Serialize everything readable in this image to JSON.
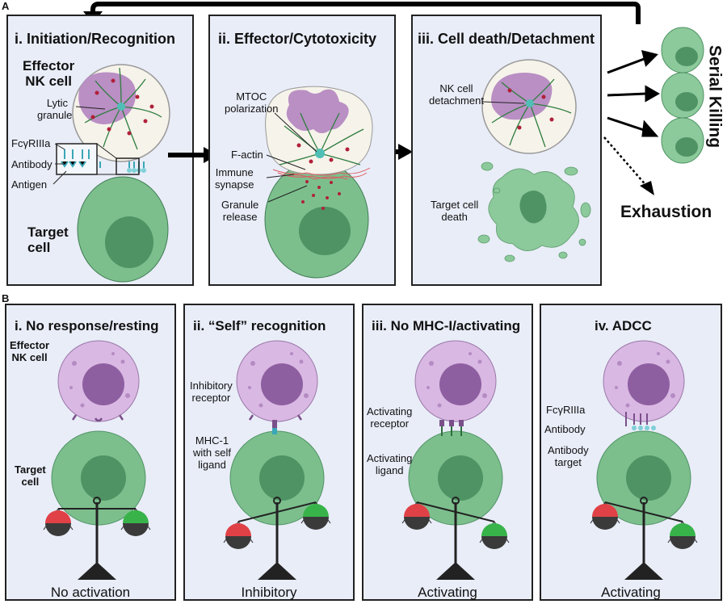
{
  "section_a": "A",
  "section_b": "B",
  "panel_a": {
    "p1": {
      "title": "i. Initiation/Recognition",
      "effector": "Effector\nNK cell",
      "lytic": "Lytic\ngranules",
      "fcr": "FcγRIIIa",
      "antibody": "Antibody",
      "antigen": "Antigen",
      "target": "Target\ncell"
    },
    "p2": {
      "title": "ii. Effector/Cytotoxicity",
      "mtoc": "MTOC\npolarization",
      "factin": "F-actin",
      "synapse": "Immune\nsynapse",
      "granule": "Granule\nrelease"
    },
    "p3": {
      "title": "iii. Cell death/Detachment",
      "detach": "NK cell\ndetachment",
      "death": "Target cell\ndeath"
    },
    "serial": "Serial Killing",
    "exhaustion": "Exhaustion"
  },
  "panel_b": [
    {
      "title": "i. No response/resting",
      "effector": "Effector\nNK cell",
      "target": "Target\ncell",
      "outcome": "No activation"
    },
    {
      "title": "ii. “Self” recognition",
      "label1": "Inhibitory\nreceptor",
      "label2": "MHC-1\nwith self\nligand",
      "outcome": "Inhibitory"
    },
    {
      "title": "iii. No MHC-I/activating",
      "label1": "Activating\nreceptor",
      "label2": "Activating\nligand",
      "outcome": "Activating"
    },
    {
      "title": "iv. ADCC",
      "label1": "FcγRIIIa",
      "label2": "Antibody",
      "label3": "Antibody\ntarget",
      "outcome": "Activating"
    }
  ],
  "colors": {
    "panel_bg": "#e9edf8",
    "nk_cytoplasm": "#f6f3ea",
    "nk_purple": "#b98fc4",
    "target_green": "#7cbf8d",
    "target_nucleus": "#4f9364",
    "red_weight": "#e04146",
    "green_weight": "#38b34a"
  }
}
